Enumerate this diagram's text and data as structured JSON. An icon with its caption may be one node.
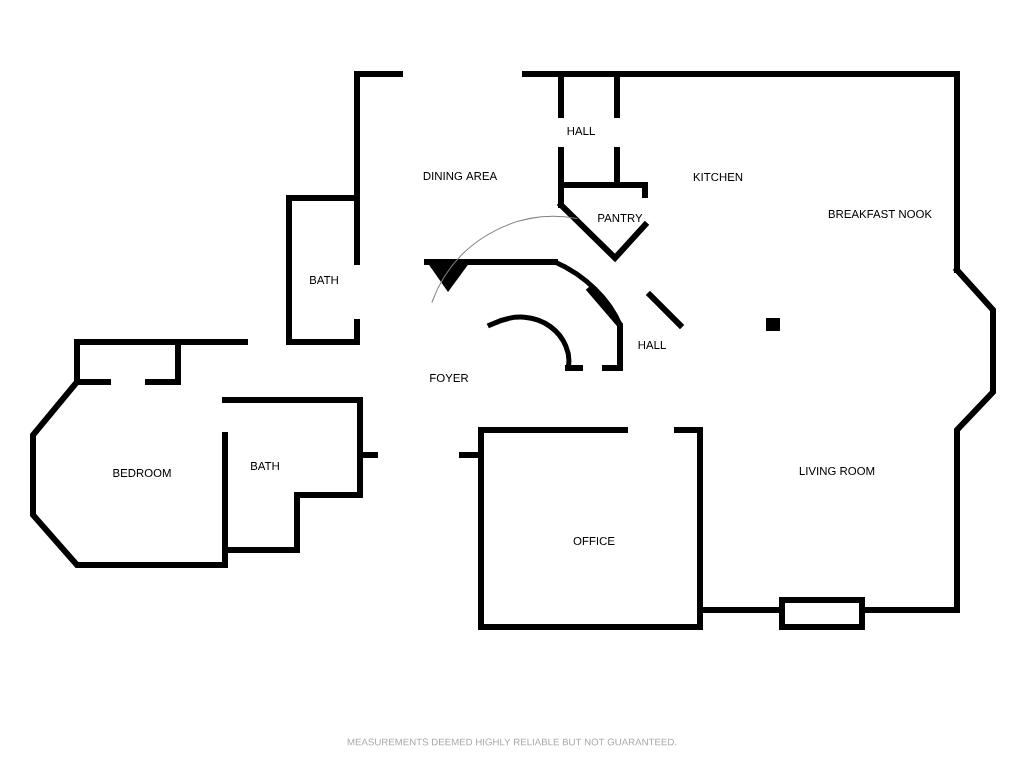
{
  "diagram": {
    "labels": [
      "HALL",
      "DINING AREA",
      "KITCHEN",
      "PANTRY",
      "BREAKFAST NOOK",
      "BATH",
      "HALL",
      "FOYER",
      "BEDROOM",
      "BATH",
      "LIVING ROOM",
      "OFFICE",
      "MEASUREMENTS DEEMED HIGHLY RELIABLE BUT NOT GUARANTEED."
    ]
  }
}
